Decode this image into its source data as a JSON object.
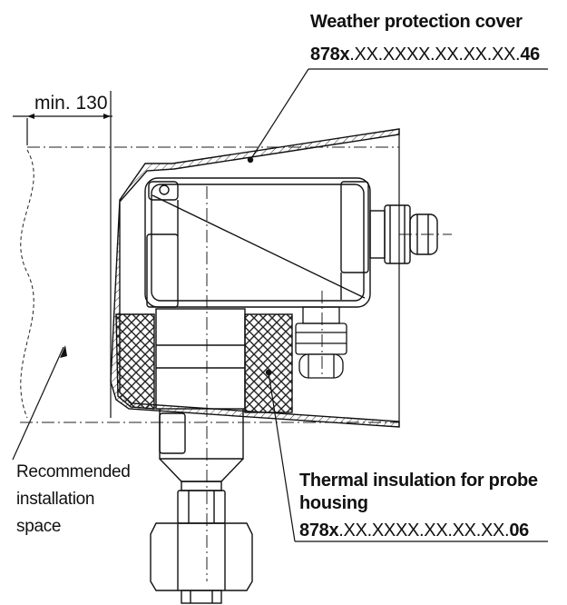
{
  "callouts": {
    "weather_cover": {
      "title": "Weather protection cover",
      "code_prefix": "878x",
      "code_middle": ".XX.XXXX.XX.XX.XX.",
      "code_suffix": "46"
    },
    "insulation": {
      "title_line1": "Thermal insulation for probe",
      "title_line2": "housing",
      "code_prefix": "878x",
      "code_middle": ".XX.XXXX.XX.XX.XX.",
      "code_suffix": "06"
    },
    "install_space": {
      "line1": "Recommended",
      "line2": "installation",
      "line3": "space"
    }
  },
  "dimension": {
    "label": "min. 130"
  }
}
